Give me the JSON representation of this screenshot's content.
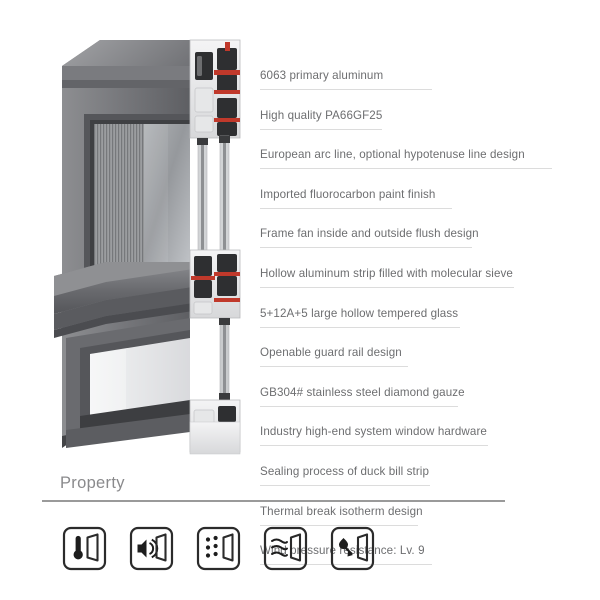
{
  "product_image": {
    "alt_name": "aluminum-window-cutaway-render",
    "frame_color": "#6f7073",
    "frame_color_dark": "#4a4b4e",
    "frame_color_light": "#97989b",
    "profile_cut_color": "#e9e9ea",
    "gasket_accent_color": "#c0392b",
    "glass_color": "#9a9ea1",
    "mesh_color": "#8d8f92"
  },
  "features": {
    "items": [
      {
        "text": "6063 primary aluminum",
        "rule_width": 172
      },
      {
        "text": "High quality PA66GF25",
        "rule_width": 122
      },
      {
        "text": "European arc line,  optional hypotenuse line design",
        "rule_width": 292
      },
      {
        "text": "Imported fluorocarbon paint finish",
        "rule_width": 192
      },
      {
        "text": "Frame fan inside and outside flush design",
        "rule_width": 212
      },
      {
        "text": "Hollow aluminum strip filled with molecular sieve",
        "rule_width": 254
      },
      {
        "text": "5+12A+5 large hollow tempered glass",
        "rule_width": 200
      },
      {
        "text": "Openable guard rail design",
        "rule_width": 148
      },
      {
        "text": "GB304# stainless steel diamond gauze",
        "rule_width": 198
      },
      {
        "text": "Industry high-end system window hardware",
        "rule_width": 228
      },
      {
        "text": "Sealing process of duck bill strip",
        "rule_width": 170
      },
      {
        "text": "Thermal break isotherm design",
        "rule_width": 158
      },
      {
        "text": "Wind pressure resistance:  Lv. 9",
        "rule_width": 172
      }
    ],
    "text_color": "#6d6e70",
    "rule_color": "#dcdcdc"
  },
  "property": {
    "title": "Property",
    "title_color": "#8a8a8c",
    "divider_color": "#9a9a9a",
    "icons": [
      {
        "name": "thermal-insulation-icon",
        "symbol": "thermometer"
      },
      {
        "name": "sound-insulation-icon",
        "symbol": "speaker"
      },
      {
        "name": "dustproof-icon",
        "symbol": "dots"
      },
      {
        "name": "air-tightness-icon",
        "symbol": "airflow-waves"
      },
      {
        "name": "waterproof-icon",
        "symbol": "water-drop"
      }
    ],
    "icon_stroke_color": "#2b2b2b"
  }
}
